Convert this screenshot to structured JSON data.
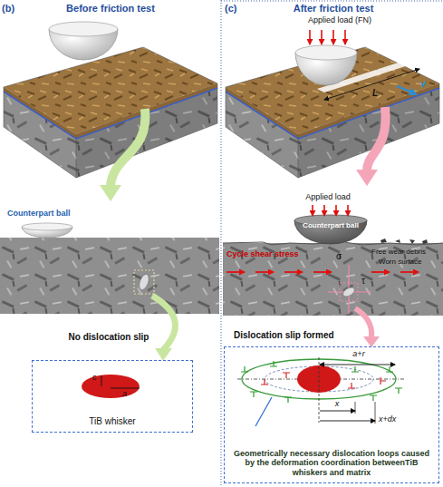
{
  "diagram": {
    "nodes": [
      {
        "text": [
          "TiB whisker"
        ]
      },
      {
        "text": [
          "Geometrically necessary dislocation loops caused by the deformation coordination betweenTiB whiskers and matrix"
        ]
      }
    ],
    "labels": [
      "(b)",
      "Before friction test",
      "(c)",
      "After friction test",
      "Applied load (FN)",
      "L",
      "v",
      "Counterpart ball",
      "No dislocation slip",
      "c",
      "a",
      "Applied load",
      "Counterpart ball",
      "Cycle shear stress",
      "σ",
      "Free wear debris",
      "τ",
      "Worn surface",
      "Dislocation slip formed",
      "a+r",
      "x",
      "x+dx"
    ]
  }
}
